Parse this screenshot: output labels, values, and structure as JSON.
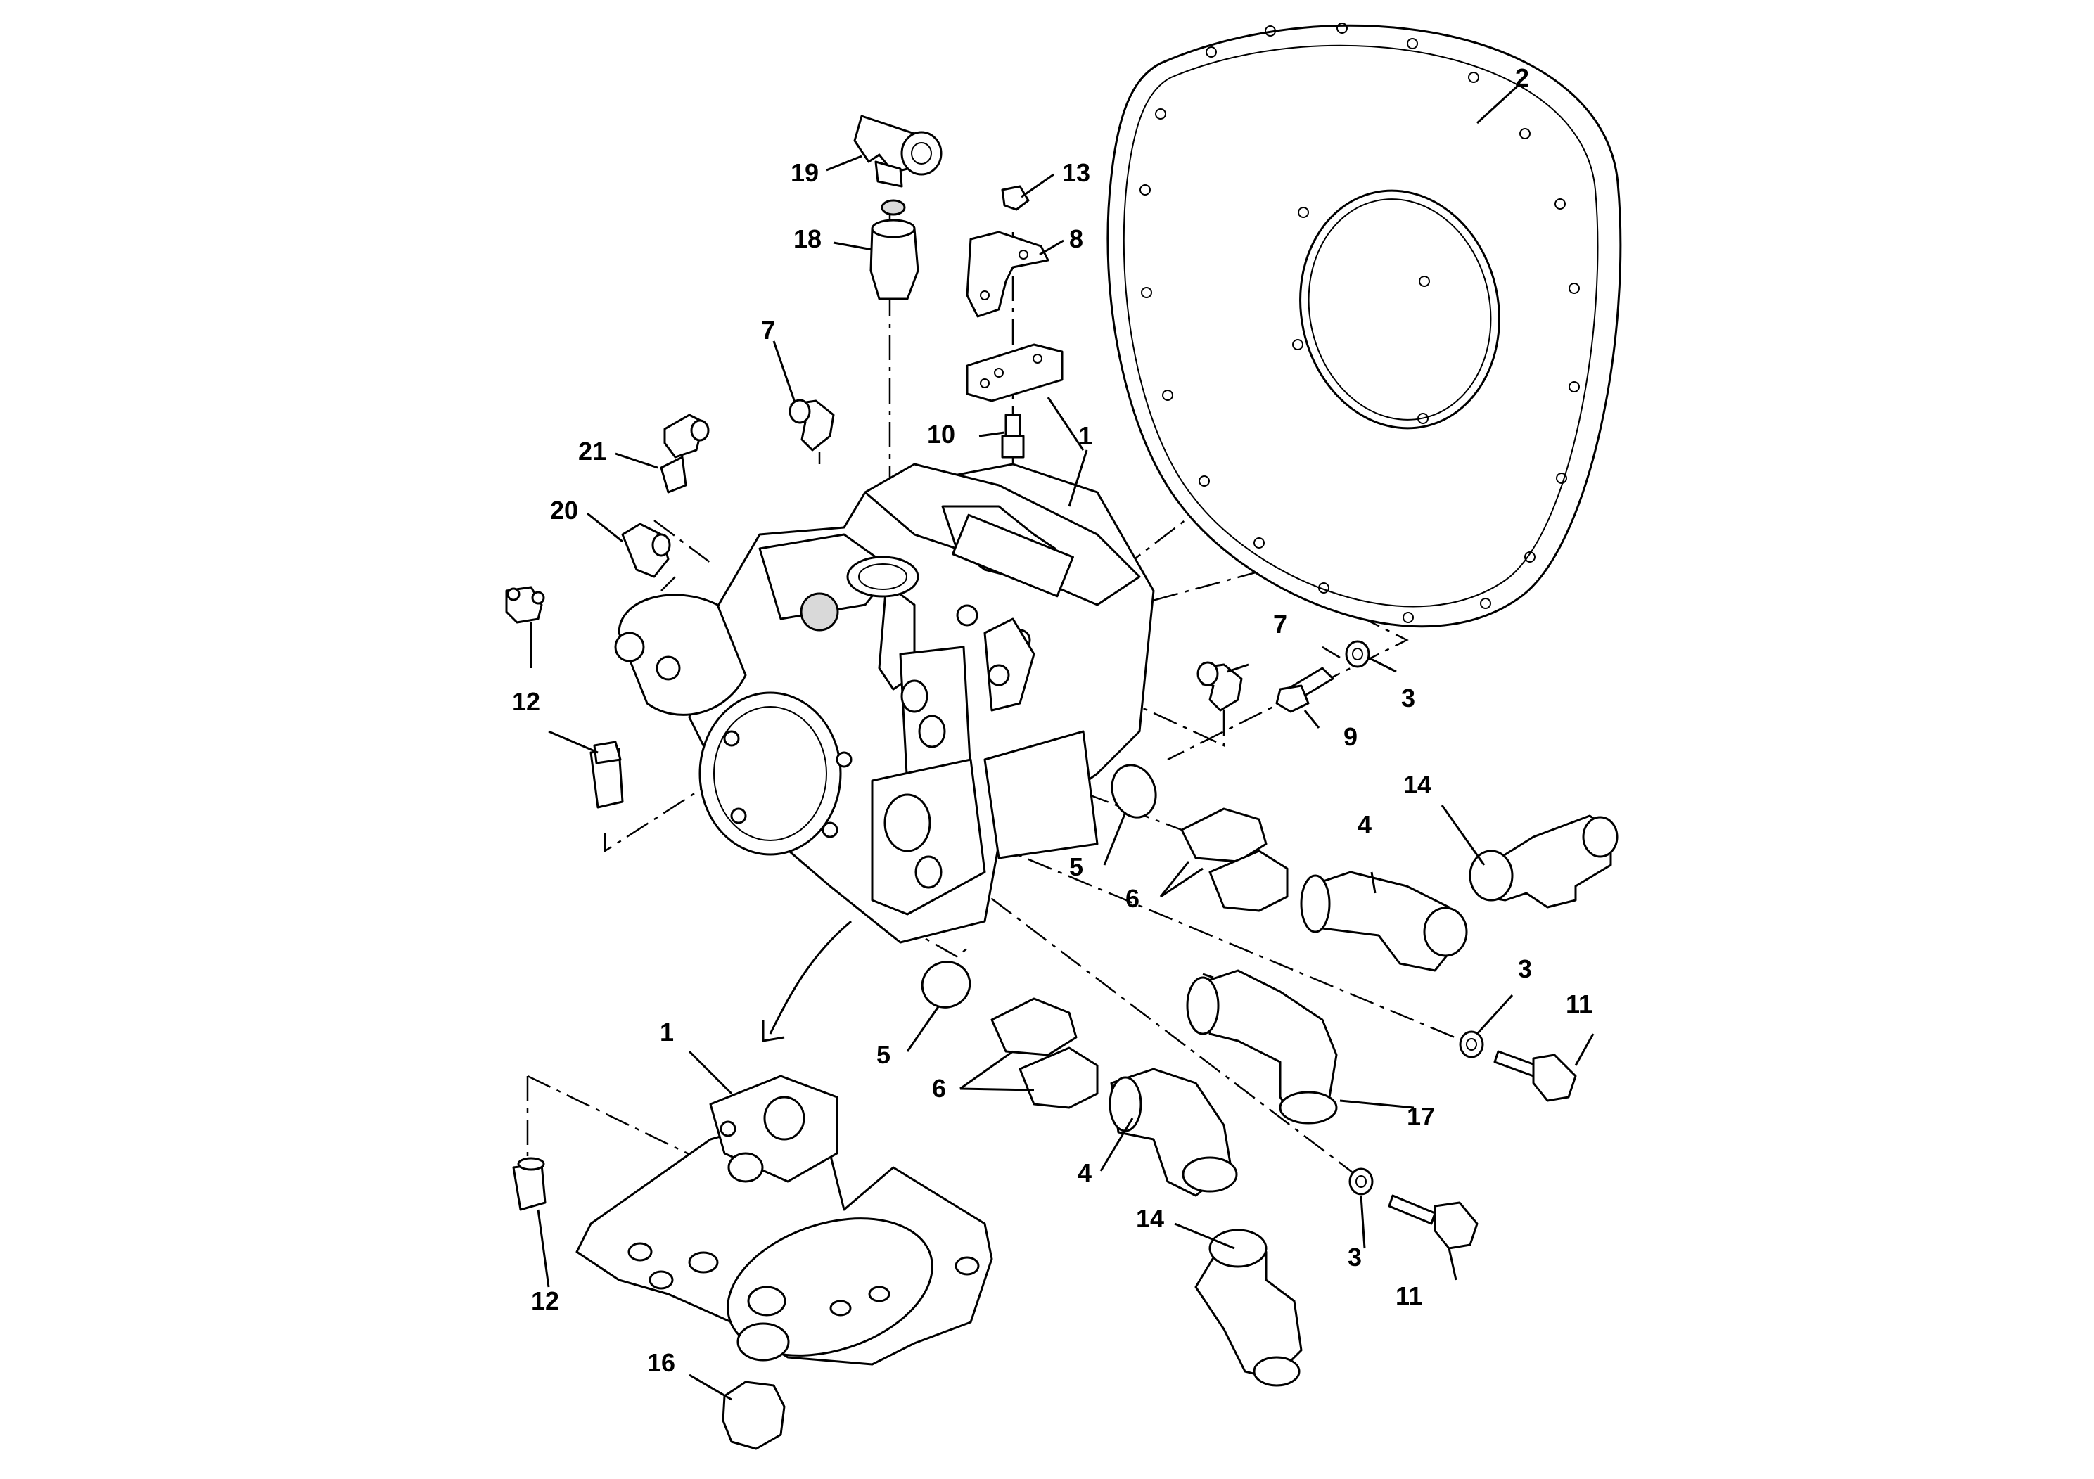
{
  "diagram": {
    "callouts": [
      {
        "id": "c1a",
        "text": "1"
      },
      {
        "id": "c1b",
        "text": "1"
      },
      {
        "id": "c2",
        "text": "2"
      },
      {
        "id": "c3a",
        "text": "3"
      },
      {
        "id": "c3b",
        "text": "3"
      },
      {
        "id": "c3c",
        "text": "3"
      },
      {
        "id": "c4a",
        "text": "4"
      },
      {
        "id": "c4b",
        "text": "4"
      },
      {
        "id": "c5a",
        "text": "5"
      },
      {
        "id": "c5b",
        "text": "5"
      },
      {
        "id": "c6a",
        "text": "6"
      },
      {
        "id": "c6b",
        "text": "6"
      },
      {
        "id": "c7a",
        "text": "7"
      },
      {
        "id": "c7b",
        "text": "7"
      },
      {
        "id": "c8",
        "text": "8"
      },
      {
        "id": "c9",
        "text": "9"
      },
      {
        "id": "c10",
        "text": "10"
      },
      {
        "id": "c11a",
        "text": "11"
      },
      {
        "id": "c11b",
        "text": "11"
      },
      {
        "id": "c12a",
        "text": "12"
      },
      {
        "id": "c12b",
        "text": "12"
      },
      {
        "id": "c13",
        "text": "13"
      },
      {
        "id": "c14a",
        "text": "14"
      },
      {
        "id": "c14b",
        "text": "14"
      },
      {
        "id": "c16",
        "text": "16"
      },
      {
        "id": "c17",
        "text": "17"
      },
      {
        "id": "c18",
        "text": "18"
      },
      {
        "id": "c19",
        "text": "19"
      },
      {
        "id": "c20",
        "text": "20"
      },
      {
        "id": "c21",
        "text": "21"
      }
    ]
  }
}
